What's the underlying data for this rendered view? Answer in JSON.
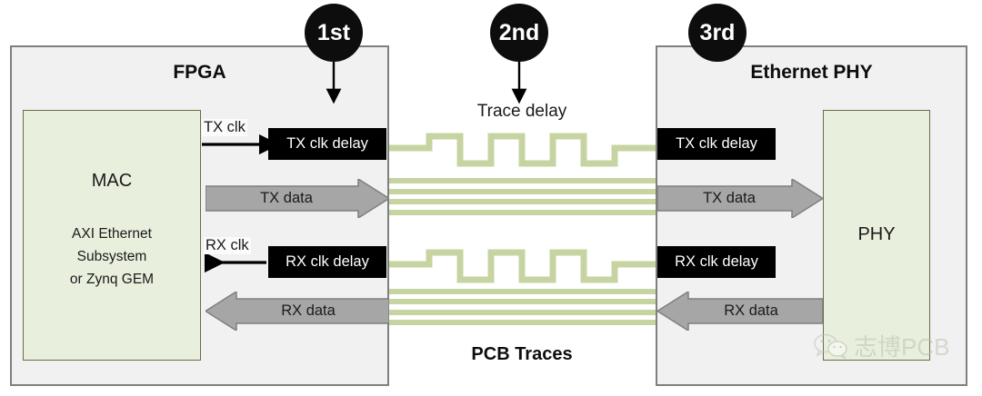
{
  "diagram": {
    "title_fpga": "FPGA",
    "title_phy": "Ethernet PHY",
    "middle_top_label": "Trace delay",
    "middle_bottom_label": "PCB Traces",
    "colors": {
      "panel_fill": "#f1f1f1",
      "panel_border": "#7f7f7f",
      "green_block_fill": "#e9efdd",
      "green_block_border": "#6b6b4b",
      "delay_box_fill": "#000000",
      "delay_box_text": "#ffffff",
      "data_arrow_fill": "#a6a6a6",
      "data_arrow_border": "#7f7f7f",
      "trace_green": "#c5d4a0",
      "badge_fill": "#0d0d0d",
      "watermark_text": "#b9bfae"
    }
  },
  "badges": [
    {
      "name": "step-1",
      "label": "1st"
    },
    {
      "name": "step-2",
      "label": "2nd"
    },
    {
      "name": "step-3",
      "label": "3rd"
    }
  ],
  "fpga": {
    "title": "FPGA",
    "mac_block": {
      "label": "MAC",
      "sublabel": "AXI Ethernet\nSubsystem\nor Zynq GEM"
    },
    "tx_clk_label": "TX clk",
    "rx_clk_label": "RX clk",
    "tx_clk_delay": "TX clk delay",
    "rx_clk_delay": "RX clk delay",
    "tx_data": "TX data",
    "rx_data": "RX data"
  },
  "phy": {
    "title": "Ethernet PHY",
    "phy_block": {
      "label": "PHY"
    },
    "tx_clk_delay": "TX clk delay",
    "rx_clk_delay": "RX clk delay",
    "tx_data": "TX data",
    "rx_data": "RX data"
  },
  "pcb": {
    "trace_delay": "Trace delay",
    "pcb_traces": "PCB Traces",
    "tx_clk_meander_serpentines": 3,
    "rx_clk_meander_serpentines": 3,
    "tx_data_trace_count": 4,
    "rx_data_trace_count": 4
  },
  "watermark": {
    "text": "志博PCB",
    "icon": "wechat-icon"
  }
}
